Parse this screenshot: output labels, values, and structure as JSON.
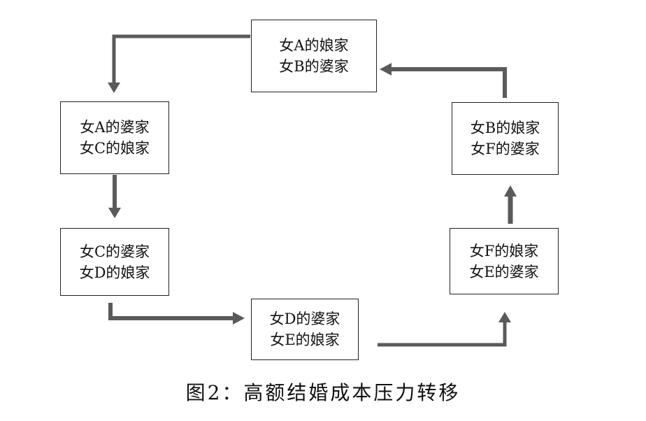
{
  "nodes": [
    {
      "id": "top",
      "line1": "女A的娘家",
      "line2": "女B的婆家"
    },
    {
      "id": "left-upper",
      "line1": "女A的婆家",
      "line2": "女C的娘家"
    },
    {
      "id": "left-lower",
      "line1": "女C的婆家",
      "line2": "女D的娘家"
    },
    {
      "id": "bottom",
      "line1": "女D的婆家",
      "line2": "女E的娘家"
    },
    {
      "id": "right-lower",
      "line1": "女F的娘家",
      "line2": "女E的婆家"
    },
    {
      "id": "right-upper",
      "line1": "女B的娘家",
      "line2": "女F的婆家"
    }
  ],
  "caption": "图2：高额结婚成本压力转移",
  "colors": {
    "arrow": "#5a5a5a",
    "border": "#222222"
  }
}
